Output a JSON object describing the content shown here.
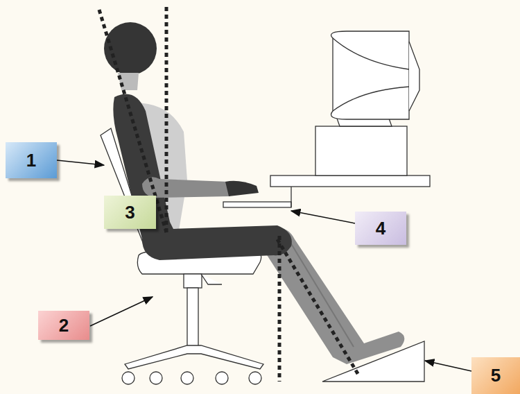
{
  "diagram": {
    "labels": [
      "1",
      "3",
      "4",
      "2",
      "5"
    ]
  }
}
